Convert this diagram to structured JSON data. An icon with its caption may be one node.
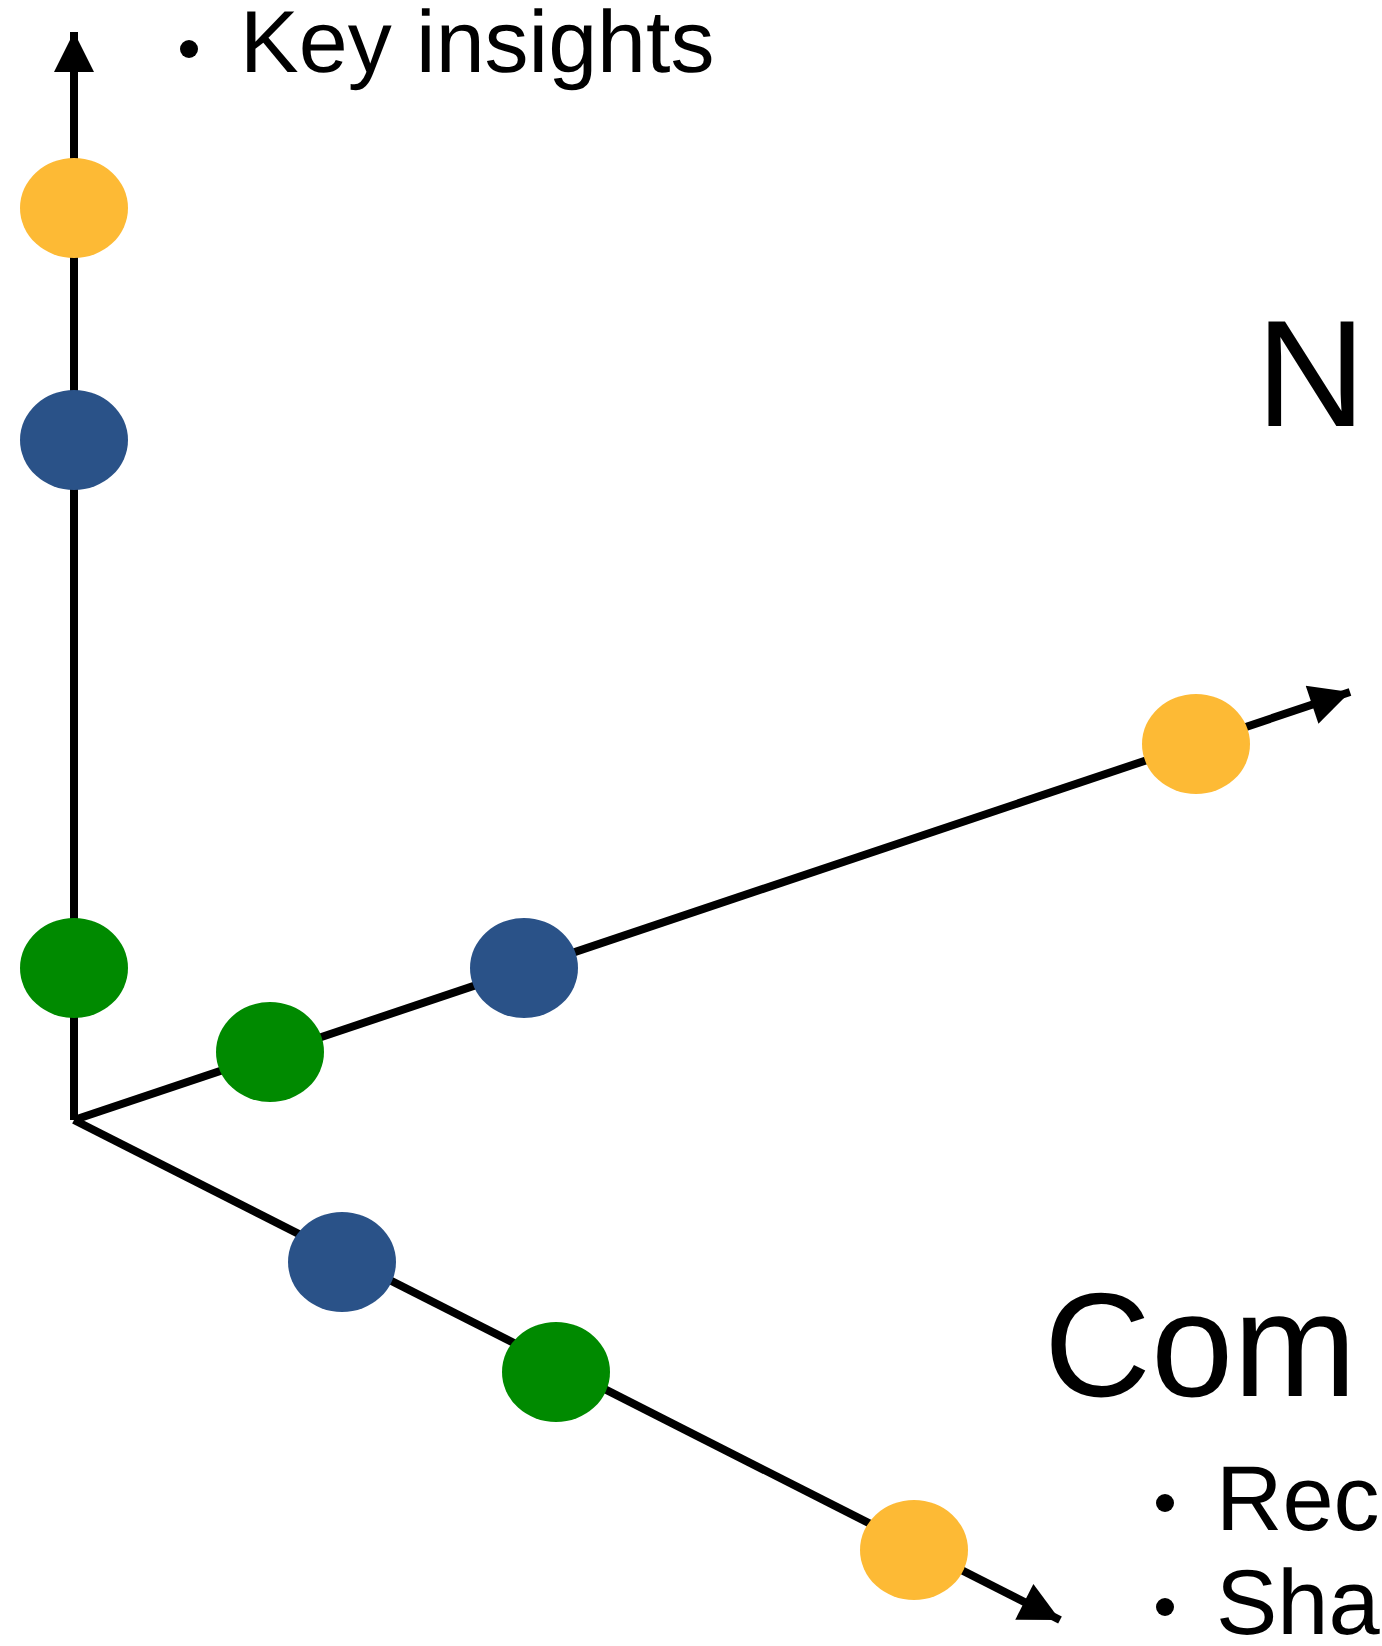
{
  "diagram": {
    "labels": [
      "Key insights",
      "N",
      "Com",
      "Rec",
      "Sha"
    ]
  }
}
